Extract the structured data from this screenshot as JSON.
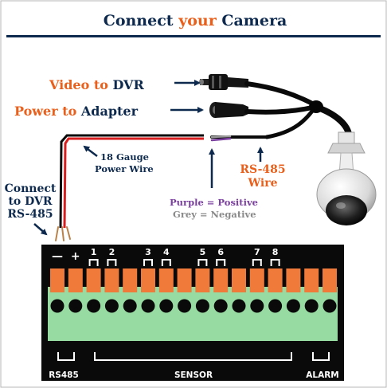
{
  "title": {
    "part1": "Connect ",
    "part2": "your",
    "part3": " Camera"
  },
  "video": {
    "part1": "Video to ",
    "part2": "DVR"
  },
  "power": {
    "part1": "Power to ",
    "part2": "Adapter"
  },
  "gauge": {
    "line1": "18 Gauge",
    "line2": "Power Wire"
  },
  "rs485_wire": {
    "line1": "RS-485",
    "line2": "Wire"
  },
  "connect_dvr": {
    "line1": "Connect",
    "line2": "to DVR",
    "line3": "RS-485"
  },
  "polarity": {
    "positive": "Purple = Positive",
    "negative": "Grey = Negative"
  },
  "terminal": {
    "labels": [
      "—",
      "+",
      "1",
      "2",
      "",
      "3",
      "4",
      "",
      "5",
      "6",
      "",
      "7",
      "8",
      "",
      "",
      ""
    ],
    "groups": {
      "rs485": "RS485",
      "sensor": "SENSOR",
      "alarm": "ALARM"
    }
  },
  "colors": {
    "navy": "#0d2a4e",
    "orange": "#e8601c",
    "purple": "#7b3fa0",
    "grey": "#8a8a8a",
    "terminal_orange": "#f07a3a",
    "terminal_green": "#97dba2",
    "wire_red": "#d81e1e"
  }
}
